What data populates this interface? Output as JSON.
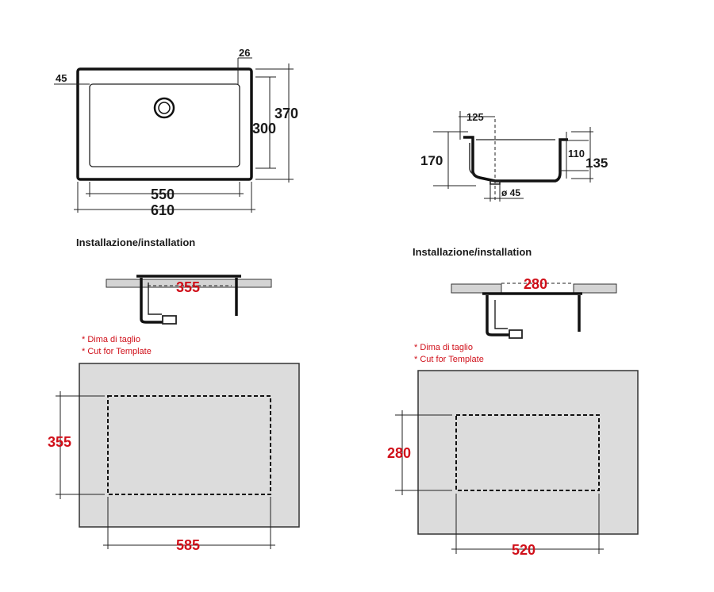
{
  "colors": {
    "dimension_red": "#d0101a",
    "line": "#111111",
    "template_fill": "#dcdcdc",
    "counter_fill": "#d4d4d4"
  },
  "top_view": {
    "flange_top": "26",
    "flange_side": "45",
    "inner_depth": "300",
    "outer_depth": "370",
    "inner_width": "550",
    "outer_width": "610"
  },
  "section_view": {
    "rim": "125",
    "height": "170",
    "bowl_depth": "110",
    "total_height": "135",
    "drain": "ø 45"
  },
  "left_install": {
    "heading": "Installazione/installation",
    "width": "355",
    "note_it": "* Dima di taglio",
    "note_en": "* Cut for Template",
    "cut_height": "355",
    "cut_width": "585"
  },
  "right_install": {
    "heading": "Installazione/installation",
    "width": "280",
    "note_it": "* Dima di taglio",
    "note_en": "* Cut for Template",
    "cut_height": "280",
    "cut_width": "520"
  }
}
